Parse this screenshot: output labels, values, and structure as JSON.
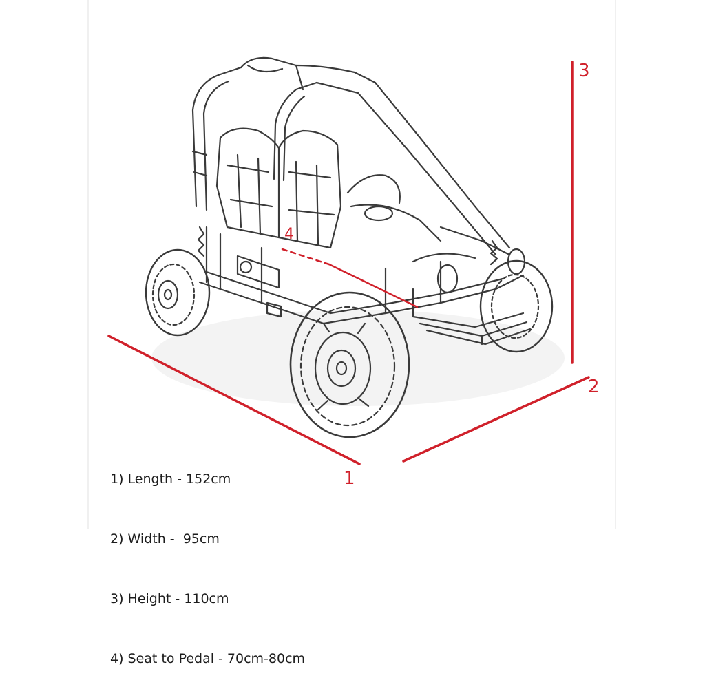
{
  "colors": {
    "dimension_line": "#d0202a",
    "sketch": "#3a3a3a",
    "text": "#1c1c1c"
  },
  "dimension_labels": {
    "length": "1",
    "width": "2",
    "height": "3",
    "seat_to_pedal": "4"
  },
  "legend": [
    "1) Length - 152cm",
    "2) Width -  95cm",
    "3) Height - 110cm",
    "4) Seat to Pedal - 70cm-80cm"
  ]
}
